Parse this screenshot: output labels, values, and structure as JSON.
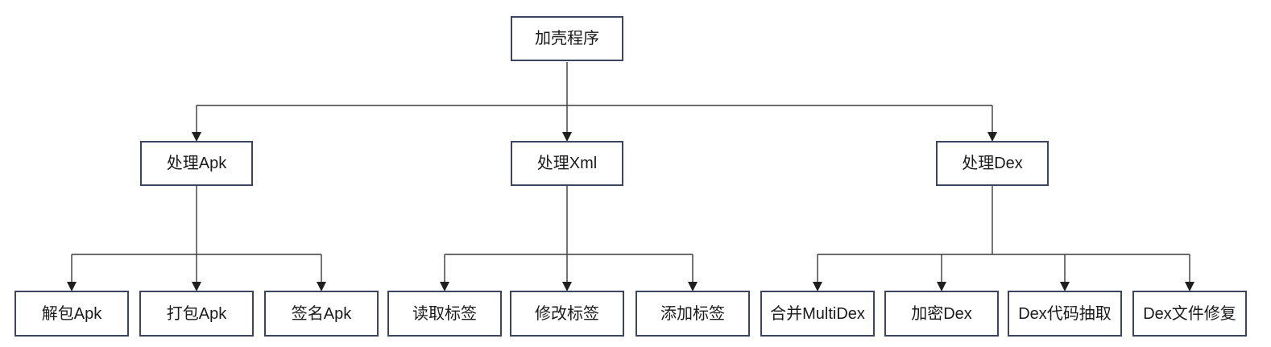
{
  "diagram": {
    "title": "packer-program-flowchart",
    "root": {
      "label": "加壳程序"
    },
    "branches": [
      {
        "label": "处理Apk",
        "children": [
          {
            "label": "解包Apk"
          },
          {
            "label": "打包Apk"
          },
          {
            "label": "签名Apk"
          }
        ]
      },
      {
        "label": "处理Xml",
        "children": [
          {
            "label": "读取标签"
          },
          {
            "label": "修改标签"
          },
          {
            "label": "添加标签"
          }
        ]
      },
      {
        "label": "处理Dex",
        "children": [
          {
            "label": "合并MultiDex"
          },
          {
            "label": "加密Dex"
          },
          {
            "label": "Dex代码抽取"
          },
          {
            "label": "Dex文件修复"
          }
        ]
      }
    ],
    "colors": {
      "background": "#ffffff",
      "box_fill": "#ffffff",
      "box_border": "#3b4560",
      "line": "#3a3a3a",
      "arrow": "#1f1f1f",
      "text": "#1a1a1a"
    }
  }
}
